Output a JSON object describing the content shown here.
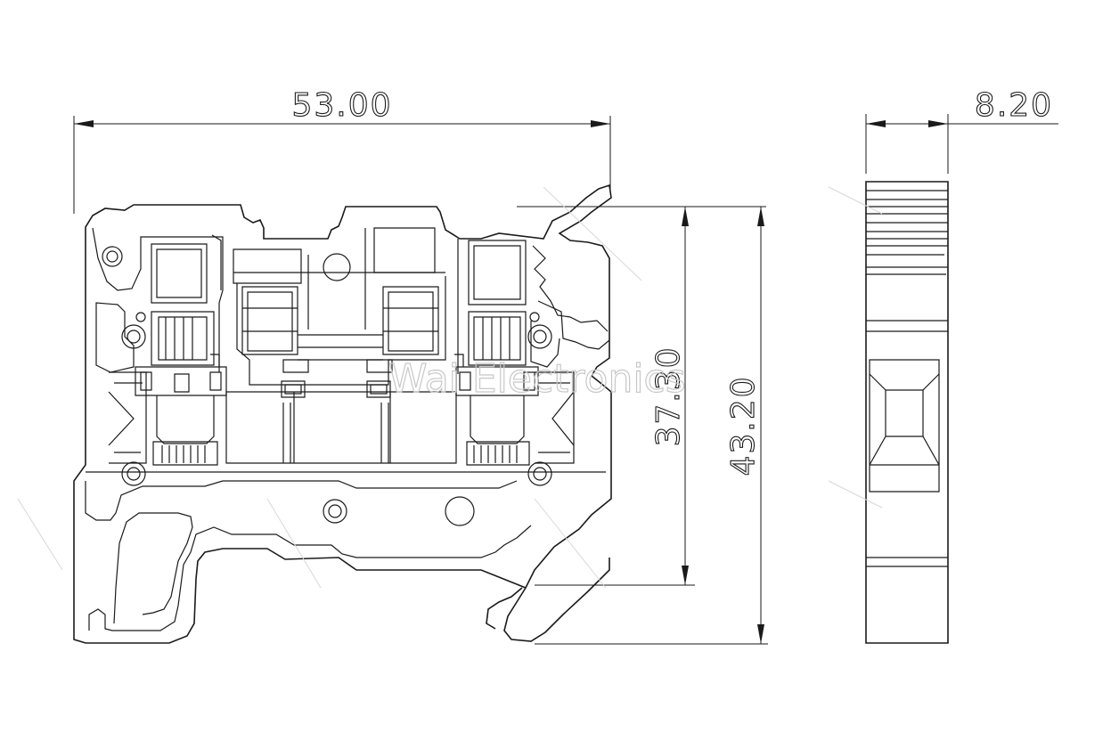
{
  "dimensions": {
    "width": "53.00",
    "height_inner": "37.30",
    "height_outer": "43.20",
    "thickness": "8.20"
  },
  "watermark": "Wai Electronics",
  "colors": {
    "line": "#1a1a1a",
    "watermark": "#c8c8c8",
    "background": "#ffffff"
  }
}
